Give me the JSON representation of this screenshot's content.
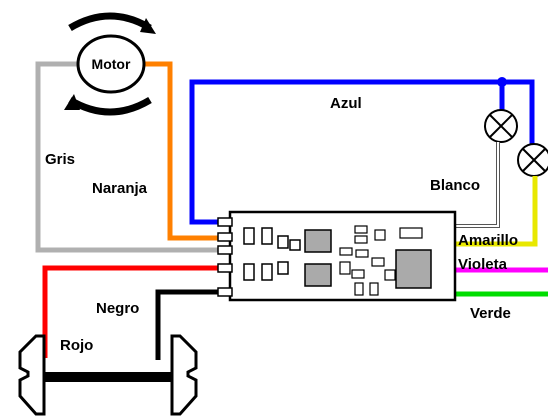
{
  "diagram": {
    "motor_label": "Motor",
    "wires": {
      "azul": "Azul",
      "gris": "Gris",
      "naranja": "Naranja",
      "blanco": "Blanco",
      "amarillo": "Amarillo",
      "violeta": "Violeta",
      "verde": "Verde",
      "negro": "Negro",
      "rojo": "Rojo"
    },
    "colors": {
      "azul": "#0000ff",
      "gris": "#b0b0b0",
      "naranja": "#ff8000",
      "blanco": "#555555",
      "amarillo": "#e8e800",
      "violeta": "#ff00ff",
      "verde": "#00dd00",
      "negro": "#000000",
      "rojo": "#ff0000"
    }
  }
}
